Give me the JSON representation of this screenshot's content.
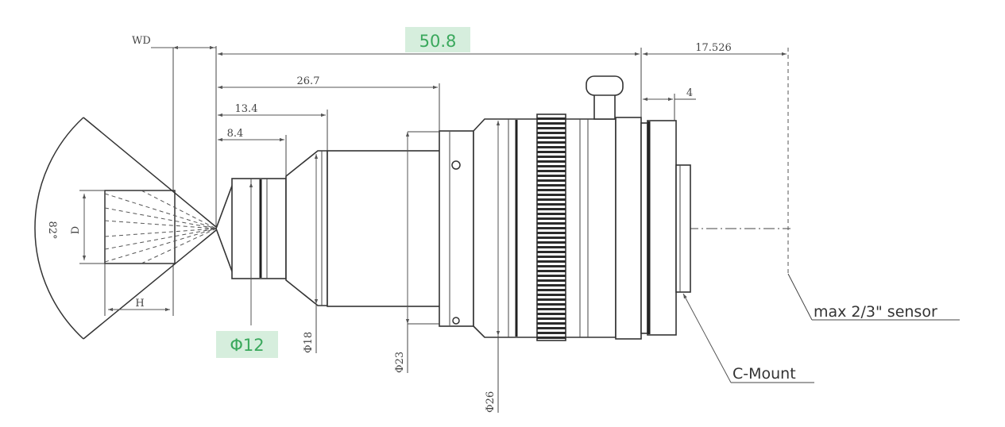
{
  "dimensions": {
    "wd": "WD",
    "total_length": "50.8",
    "flange_distance": "17.526",
    "len_26_7": "26.7",
    "len_13_4": "13.4",
    "len_8_4": "8.4",
    "mount_depth": "4",
    "diam_front": "Φ12",
    "diam_18": "Φ18",
    "diam_23": "Φ23",
    "diam_26": "Φ26",
    "fov_angle": "82°",
    "d_label": "D",
    "h_label": "H"
  },
  "callouts": {
    "sensor": "max 2/3\" sensor",
    "mount": "C-Mount"
  },
  "colors": {
    "highlight_bg": "#d6eedd",
    "highlight_text": "#3aa85c",
    "line": "#333333"
  }
}
